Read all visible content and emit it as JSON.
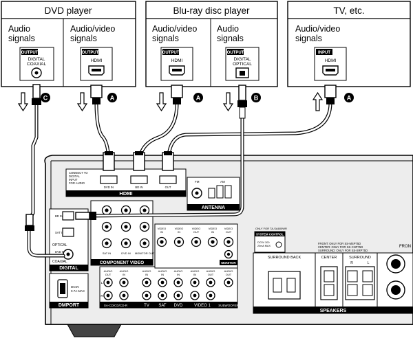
{
  "devices": {
    "dvd": {
      "title": "DVD player",
      "col1": [
        "Audio",
        "signals"
      ],
      "col2": [
        "Audio/video",
        "signals"
      ],
      "port1": {
        "badge": "OUTPUT",
        "label": [
          "DIGITAL",
          "COAXIAL"
        ]
      },
      "port2": {
        "badge": "OUTPUT",
        "label": [
          "HDMI"
        ]
      }
    },
    "bluray": {
      "title": "Blu-ray disc player",
      "col1": [
        "Audio/video",
        "signals"
      ],
      "col2": [
        "Audio",
        "signals"
      ],
      "port1": {
        "badge": "OUTPUT",
        "label": [
          "HDMI"
        ]
      },
      "port2": {
        "badge": "OUTPUT",
        "label": [
          "DIGITAL",
          "OPTICAL"
        ]
      }
    },
    "tv": {
      "title": "TV, etc.",
      "col1": [
        "Audio/video",
        "signals"
      ],
      "port1": {
        "badge": "INPUT",
        "label": [
          "HDMI"
        ]
      }
    }
  },
  "cable_markers": {
    "a": "A",
    "b": "B",
    "c": "C"
  },
  "receiver": {
    "hdmi_section": "HDMI",
    "hdmi_note": [
      "CONNECT TO",
      "DIGITAL",
      "INPUT",
      "FOR AUDIO"
    ],
    "hdmi_ports": [
      "DVD IN",
      "BD IN",
      "OUT"
    ],
    "antenna": "ANTENNA",
    "antenna_fm": "FM",
    "antenna_am": "AM",
    "component_video": "COMPONENT VIDEO",
    "digital": "DIGITAL",
    "digital_ports": [
      "BD IN",
      "SAT IN",
      "DVD IN"
    ],
    "optical": "OPTICAL",
    "coaxial": "COAXIAL",
    "dmport": "DMPORT",
    "dmport_spec": [
      "DC5V",
      "0.7A MAX"
    ],
    "comp_row_labels": [
      "SAT IN",
      "DVD IN",
      "MONITOR OUT"
    ],
    "jack_labels": {
      "video_in": [
        "VIDEO",
        "IN"
      ],
      "video_out": [
        "VIDEO",
        "OUT"
      ],
      "audio_in": [
        "AUDIO",
        "IN"
      ],
      "audio_out": [
        "AUDIO",
        "OUT"
      ]
    },
    "bottom_groups": [
      "SA-CD/CD/CD-R",
      "TV",
      "SAT",
      "DVD",
      "VIDEO 1",
      "SUBWOOFER"
    ],
    "monitor_small": "MONITOR",
    "system_control": "SYSTEM CONTROL",
    "system_control_note": "ONLY FOR TA-SA600WR",
    "system_control_spec": [
      "DC5V 300",
      "20mA MAX"
    ],
    "speaker_note": [
      "FRONT: ONLY FOR SS-MSP75D",
      "CENTER: ONLY FOR SS-CNP75D",
      "SURROUND: ONLY FOR SS-SRP75D"
    ],
    "surround_back": "SURROUND BACK",
    "center": "CENTER",
    "surround": "SURROUND",
    "front_partial": "FRON",
    "speakers": "SPEAKERS",
    "rl": [
      "R",
      "L"
    ]
  }
}
